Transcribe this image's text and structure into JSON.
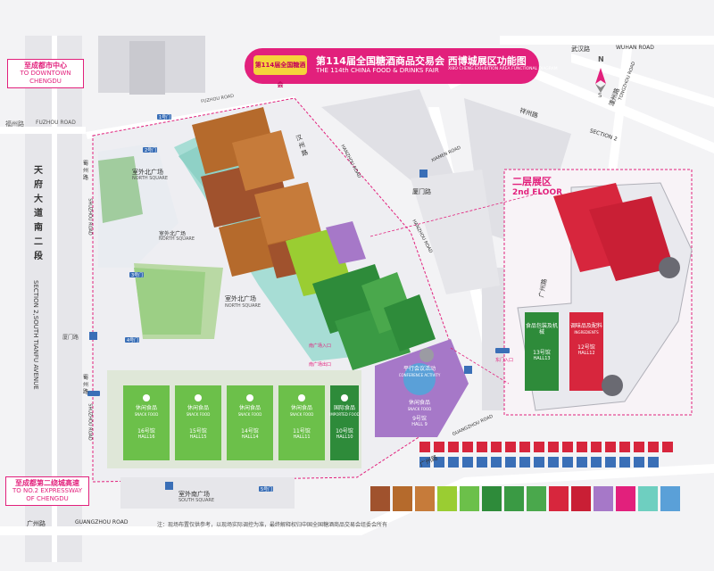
{
  "banner": {
    "logo_text": "第114届全国糖酒会",
    "title_cn": "第114届全国糖酒商品交易会 西博城展区功能图",
    "title_en": "THE 114th CHINA FOOD & DRINKS FAIR",
    "title_en_sub": "XIBO CHENG EXHIBITION AREA FUNCTIONAL DIAGRAM"
  },
  "callouts": {
    "downtown_cn": "至成都市中心",
    "downtown_en": "TO DOWNTOWN CHENGDU",
    "expressway_cn": "至成都第二绕城高速",
    "expressway_en": "TO NO.2 EXPRESSWAY OF CHENGDU"
  },
  "roads": {
    "fuzhou_cn": "福州路",
    "fuzhou_en": "FUZHOU ROAD",
    "fuzhou_en_angled": "FUZHOU ROAD",
    "tianfu_cn": "天府大道南二段",
    "tianfu_en": "SECTION 2,SOUTH TIANFU AVENUE",
    "shuzhou_cn_top": "蜀州路",
    "shuzhou_en_top": "SHUZHOU ROAD",
    "shuzhou_cn_bottom": "蜀州路",
    "shuzhou_en_bottom": "SHUZHOU ROAD",
    "xiamen_cn_left": "厦门路",
    "hanzhou_cn": "汉州路",
    "hanzhou_en": "HANZHOU ROAD",
    "xiamen_cn": "厦门路",
    "xiamen_en": "XIAMEN ROAD",
    "wuhan_cn": "武汉路",
    "wuhan_en": "WUHAN ROAD",
    "xiangzhou_cn": "祥州路",
    "xiangzhou_en": "SECTION 2",
    "tongzhou_cn": "潼州路",
    "tongzhou_en": "TONGZHOU ROAD",
    "guangzhou_cn": "广州路",
    "guangzhou_en": "GUANGZHOU ROAD",
    "guangzhou_cn_right": "广州路",
    "guangzhou_en_right": "GUANGZHOU ROAD",
    "guangzhou_cn_floor2": "广州路"
  },
  "squares": {
    "north_cn": "室外北广场",
    "north_en": "NORTH SQUARE",
    "north2_cn": "室外北广场",
    "north2_en": "NORTH SQUARE",
    "north3_cn": "室外北广场",
    "north3_en": "NORTH SQUARE",
    "south_cn": "室外南广场",
    "south_en": "SOUTH SQUARE"
  },
  "halls_main": [
    {
      "cn": "休闲食品",
      "en": "SNACK FOOD",
      "hall": "16号馆",
      "hall_en": "HALL16"
    },
    {
      "cn": "休闲食品",
      "en": "SNACK FOOD",
      "hall": "15号馆",
      "hall_en": "HALL15"
    },
    {
      "cn": "休闲食品",
      "en": "SNACK FOOD",
      "hall": "14号馆",
      "hall_en": "HALL14"
    },
    {
      "cn": "休闲食品",
      "en": "SNACK FOOD",
      "hall": "11号馆",
      "hall_en": "HALL11"
    },
    {
      "cn": "国际食品",
      "en": "IMPORTED FOOD",
      "hall": "10号馆",
      "hall_en": "HALL10"
    }
  ],
  "hall9": {
    "cn": "休闲食品",
    "en": "SNACK FOOD",
    "hall": "9号馆",
    "hall_en": "HALL 9"
  },
  "conference": {
    "cn": "平行会议活动",
    "en": "CONFERENCE ACTIVITY"
  },
  "floor2": {
    "title_cn": "二层展区",
    "title_en": "2nd FLOOR",
    "hall13": {
      "cn": "食品包装及机械",
      "hall": "13号馆",
      "hall_en": "HALL13"
    },
    "hall12": {
      "cn": "调味品及配料",
      "en": "INGREDIENTS",
      "hall": "12号馆",
      "hall_en": "HALL12"
    }
  },
  "entrances": {
    "south_cn": "南广场入口",
    "south2_cn": "南广场出口",
    "east_cn": "东门入口",
    "gate1": "1号门",
    "gate2": "2号门",
    "gate3": "3号门",
    "gate4": "4号门",
    "gate5": "5号门"
  },
  "note": "注：现场布置仅供参考，以现场实际调控为准，最终解释权归中国全国糖酒商品交易会组委会所有",
  "compass_n": "N",
  "compass_s": "S",
  "colors": {
    "brand": "#e2207c",
    "drinks": "#a0522d",
    "drinks_light": "#c67b3a",
    "green_dark": "#2e8b3a",
    "green_light": "#6cc04a",
    "lime": "#9acd32",
    "red": "#d7263d",
    "purple": "#a678c8",
    "teal": "#6ecfc0",
    "road": "#ffffff",
    "building": "#dcdce0"
  }
}
